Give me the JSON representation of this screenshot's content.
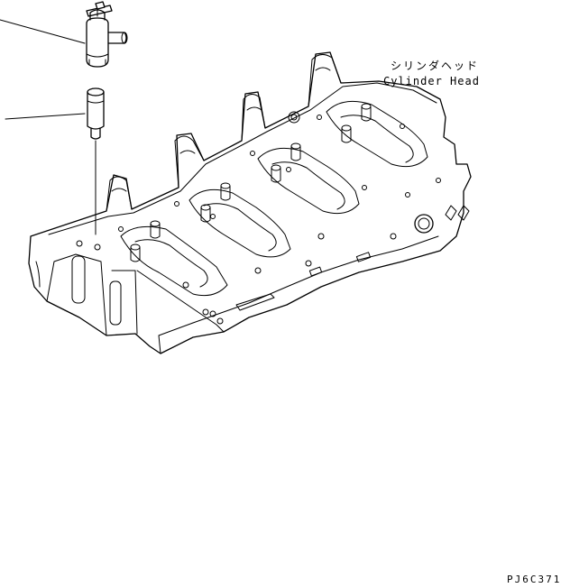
{
  "callout": {
    "japanese": "シリンダヘッド",
    "english": "Cylinder Head"
  },
  "drawing_code": "PJ6C371",
  "icons": [
    "fuel-valve-icon",
    "sleeve-icon",
    "cylinder-head-icon"
  ]
}
